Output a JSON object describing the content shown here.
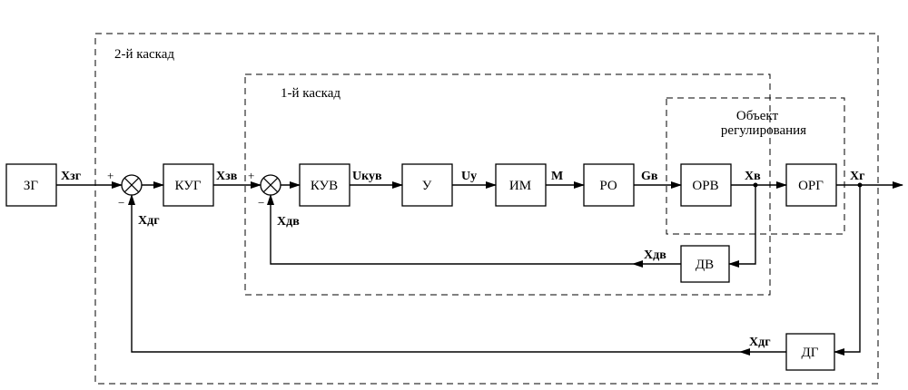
{
  "cascades": {
    "outer": "2-й каскад",
    "inner": "1-й каскад",
    "object_line1": "Объект",
    "object_line2": "регулирования"
  },
  "blocks": {
    "zg": "ЗГ",
    "kug": "КУГ",
    "kuv": "КУВ",
    "u": "У",
    "im": "ИМ",
    "ro": "РО",
    "orv": "ОРВ",
    "org": "ОРГ",
    "dv": "ДВ",
    "dg": "ДГ"
  },
  "signals": {
    "xzg": "Хзг",
    "xzv": "Хзв",
    "ukuv": "Uкув",
    "uy": "Uу",
    "m": "М",
    "gv": "Gв",
    "xv": "Хв",
    "xg": "Хг",
    "xdv_fb": "Хдв",
    "xdv_sum": "Хдв",
    "xdg_fb": "Хдг",
    "xdg_sum": "Хдг"
  },
  "signs": {
    "s1_plus": "+",
    "s1_minus": "−",
    "s2_plus": "+",
    "s2_minus": "−"
  }
}
